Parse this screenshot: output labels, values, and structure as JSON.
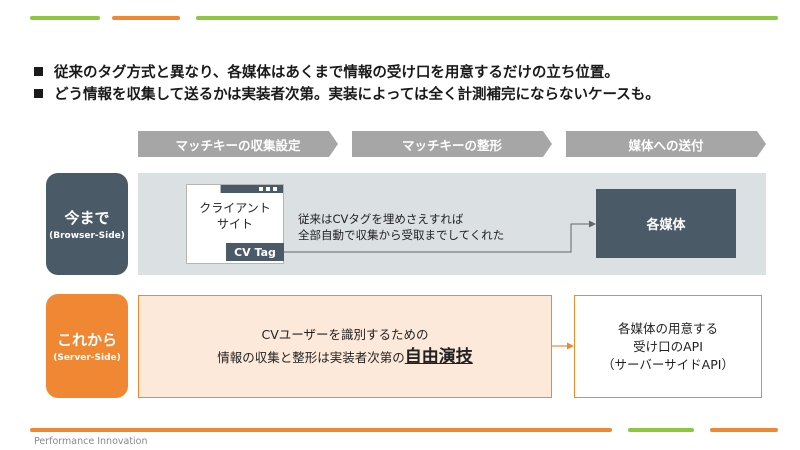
{
  "bullets": [
    "従来のタグ方式と異なり、各媒体はあくまで情報の受け口を用意するだけの立ち位置。",
    "どう情報を収集して送るかは実装者次第。実装によっては全く計測補完にならないケースも。"
  ],
  "steps": [
    "マッチキーの収集設定",
    "マッチキーの整形",
    "媒体への送付"
  ],
  "current_row": {
    "label_main": "今まで",
    "label_sub": "(Browser-Side)",
    "client_title_line1": "クライアント",
    "client_title_line2": "サイト",
    "cv_tag": "CV Tag",
    "description_line1": "従来はCVタグを埋めさえすれば",
    "description_line2": "全部自動で収集から受取までしてくれた",
    "destination": "各媒体"
  },
  "future_row": {
    "label_main": "これから",
    "label_sub": "(Server-Side)",
    "text_line1": "CVユーザーを識別するための",
    "text_line2_prefix": "情報の収集と整形は実装者次第の",
    "text_line2_emphasis": "自由演技",
    "api_line1": "各媒体の用意する",
    "api_line2": "受け口のAPI",
    "api_line3": "（サーバーサイドAPI）"
  },
  "footer": {
    "brand": "Performance Innovation"
  },
  "colors": {
    "green": "#8dc63f",
    "orange": "#f08833",
    "dark_slate": "#4a5a66",
    "light_panel": "#dbe0e3",
    "peach": "#fde9d9",
    "chevron_gray": "#a6a6a6"
  }
}
